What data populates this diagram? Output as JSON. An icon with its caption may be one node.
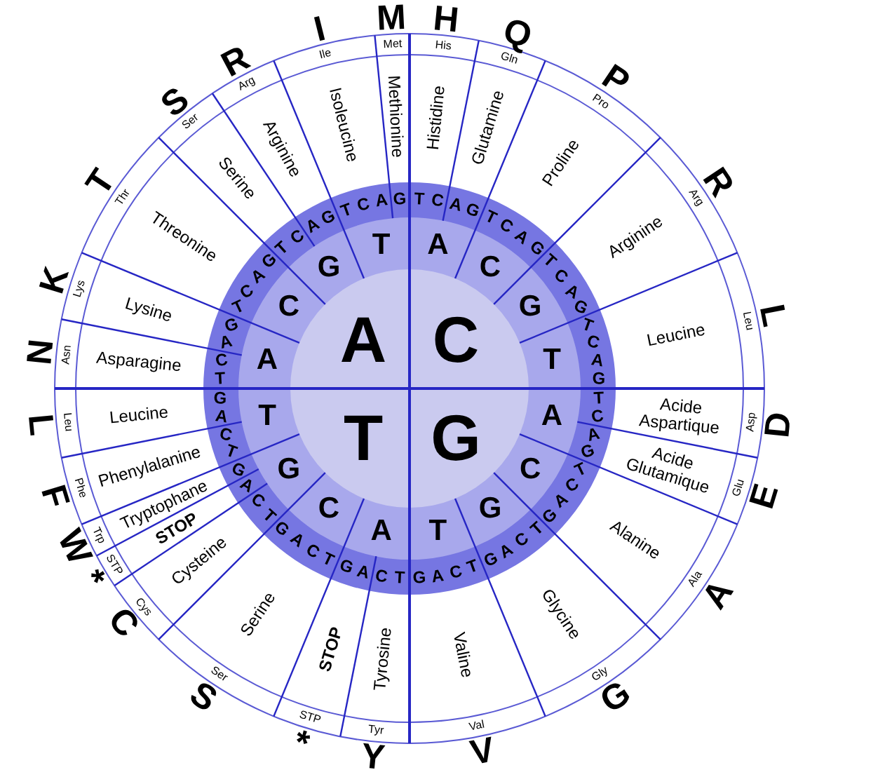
{
  "diagram": {
    "labels": [
      "A",
      "C",
      "T",
      "G",
      "A",
      "C",
      "G",
      "T",
      "A",
      "C",
      "G",
      "T",
      "A",
      "C",
      "G",
      "T",
      "A",
      "C",
      "G",
      "T",
      "T",
      "C",
      "A",
      "G",
      "T",
      "C",
      "A",
      "G",
      "T",
      "C",
      "A",
      "G",
      "T",
      "C",
      "A",
      "G",
      "T",
      "C",
      "A",
      "G",
      "T",
      "C",
      "A",
      "G",
      "T",
      "C",
      "A",
      "G",
      "T",
      "C",
      "A",
      "G",
      "T",
      "C",
      "A",
      "G",
      "T",
      "C",
      "A",
      "G",
      "T",
      "C",
      "A",
      "G",
      "T",
      "C",
      "A",
      "G",
      "T",
      "C",
      "A",
      "G",
      "T",
      "C",
      "A",
      "G",
      "T",
      "C",
      "A",
      "G",
      "T",
      "C",
      "A",
      "G",
      "Histidine",
      "His",
      "H",
      "Glutamine",
      "Gln",
      "Q",
      "Proline",
      "Pro",
      "P",
      "Arginine",
      "Arg",
      "R",
      "Leucine",
      "Leu",
      "L",
      "Acide Aspartique",
      "Asp",
      "D",
      "Acide Glutamique",
      "Glu",
      "E",
      "Alanine",
      "Ala",
      "A",
      "Glycine",
      "Gly",
      "G",
      "Valine",
      "Val",
      "V",
      "Tyrosine",
      "Tyr",
      "Y",
      "STOP",
      "STP",
      "*",
      "Serine",
      "Ser",
      "S",
      "Cysteine",
      "Cys",
      "C",
      "STOP",
      "STP",
      "*",
      "Tryptophane",
      "Trp",
      "W",
      "Phenylalanine",
      "Phe",
      "F",
      "Leucine",
      "Leu",
      "L",
      "Asparagine",
      "Asn",
      "N",
      "Lysine",
      "Lys",
      "K",
      "Threonine",
      "Thr",
      "T",
      "Serine",
      "Ser",
      "S",
      "Arginine",
      "Arg",
      "R",
      "Isoleucine",
      "Ile",
      "I",
      "Methionine",
      "Met",
      "M"
    ]
  }
}
